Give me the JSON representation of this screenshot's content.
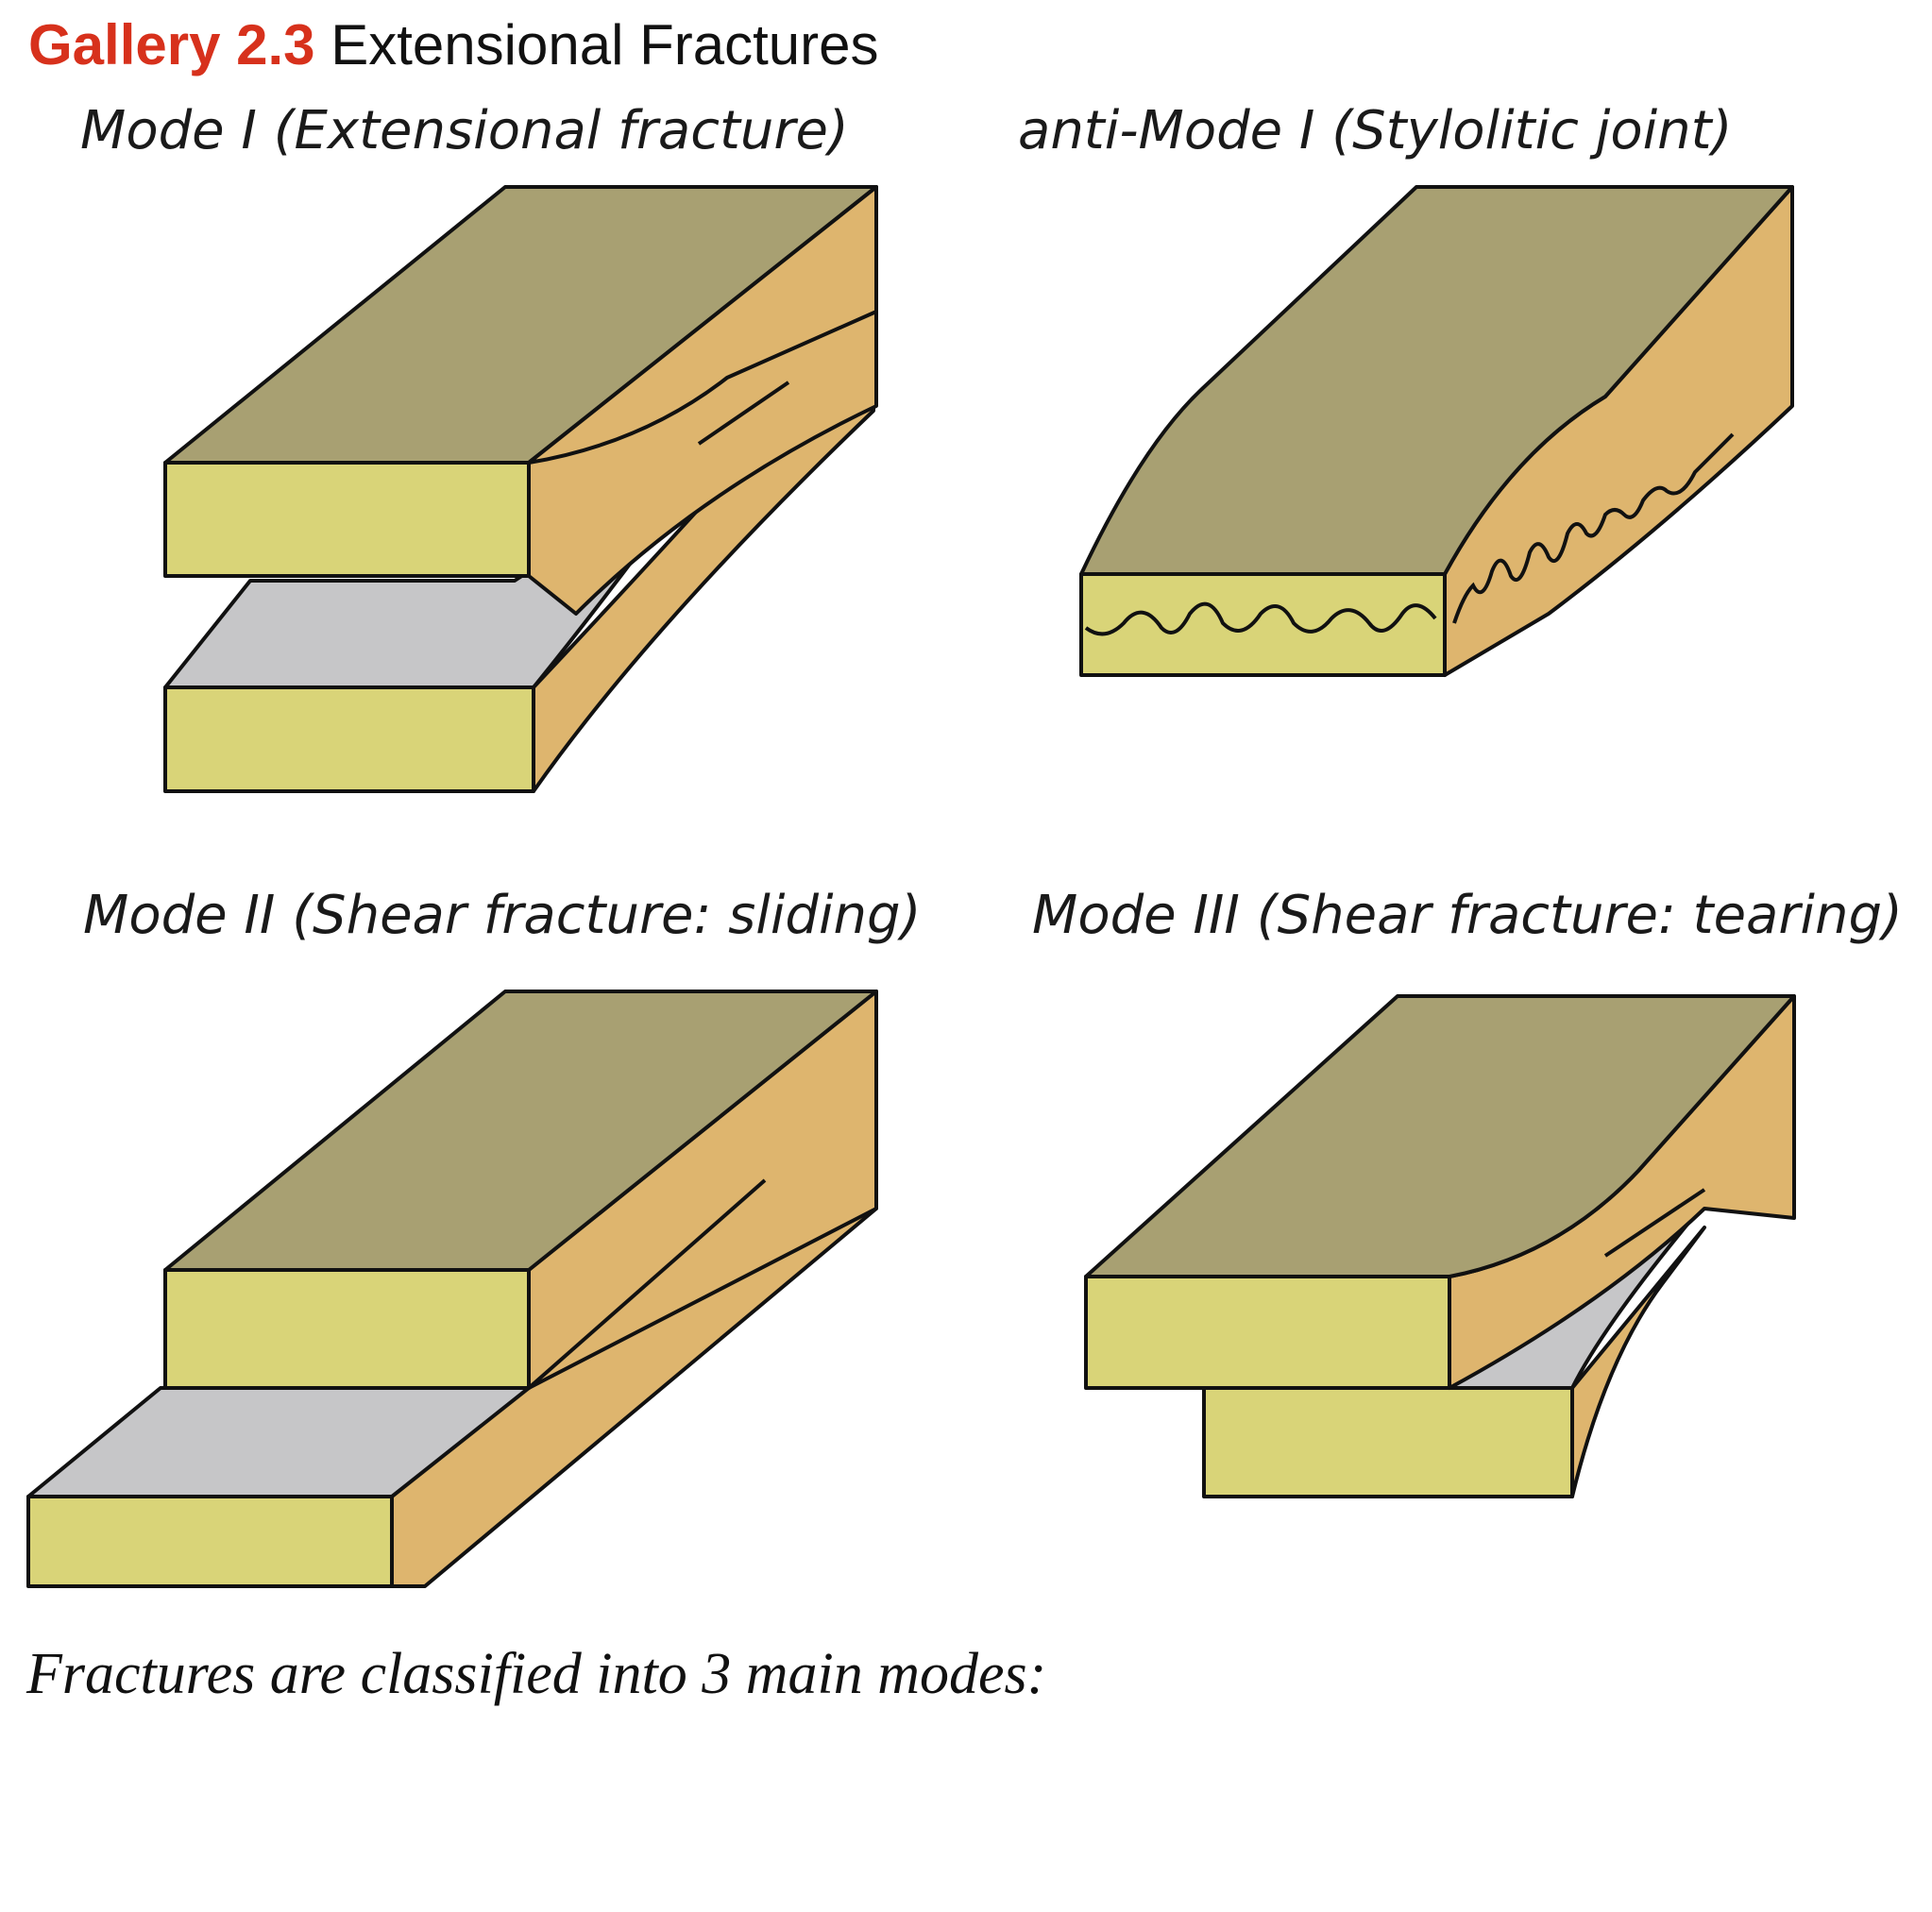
{
  "header": {
    "number": "Gallery 2.3",
    "title": "Extensional Fractures"
  },
  "figure": {
    "panels": [
      {
        "id": "mode-i",
        "label": "Mode I (Extensional fracture)"
      },
      {
        "id": "anti-mode-i",
        "label": "anti-Mode I (Stylolitic joint)"
      },
      {
        "id": "mode-ii",
        "label": "Mode II (Shear fracture: sliding)"
      },
      {
        "id": "mode-iii",
        "label": "Mode III (Shear fracture: tearing)"
      }
    ],
    "colors": {
      "top_face": "#a8a072",
      "front_face": "#d9d478",
      "side_face": "#deb56e",
      "fracture_surface": "#c6c6c8",
      "outline": "#111111"
    }
  },
  "caption": {
    "text": "Fractures are classified into 3 main modes:"
  }
}
